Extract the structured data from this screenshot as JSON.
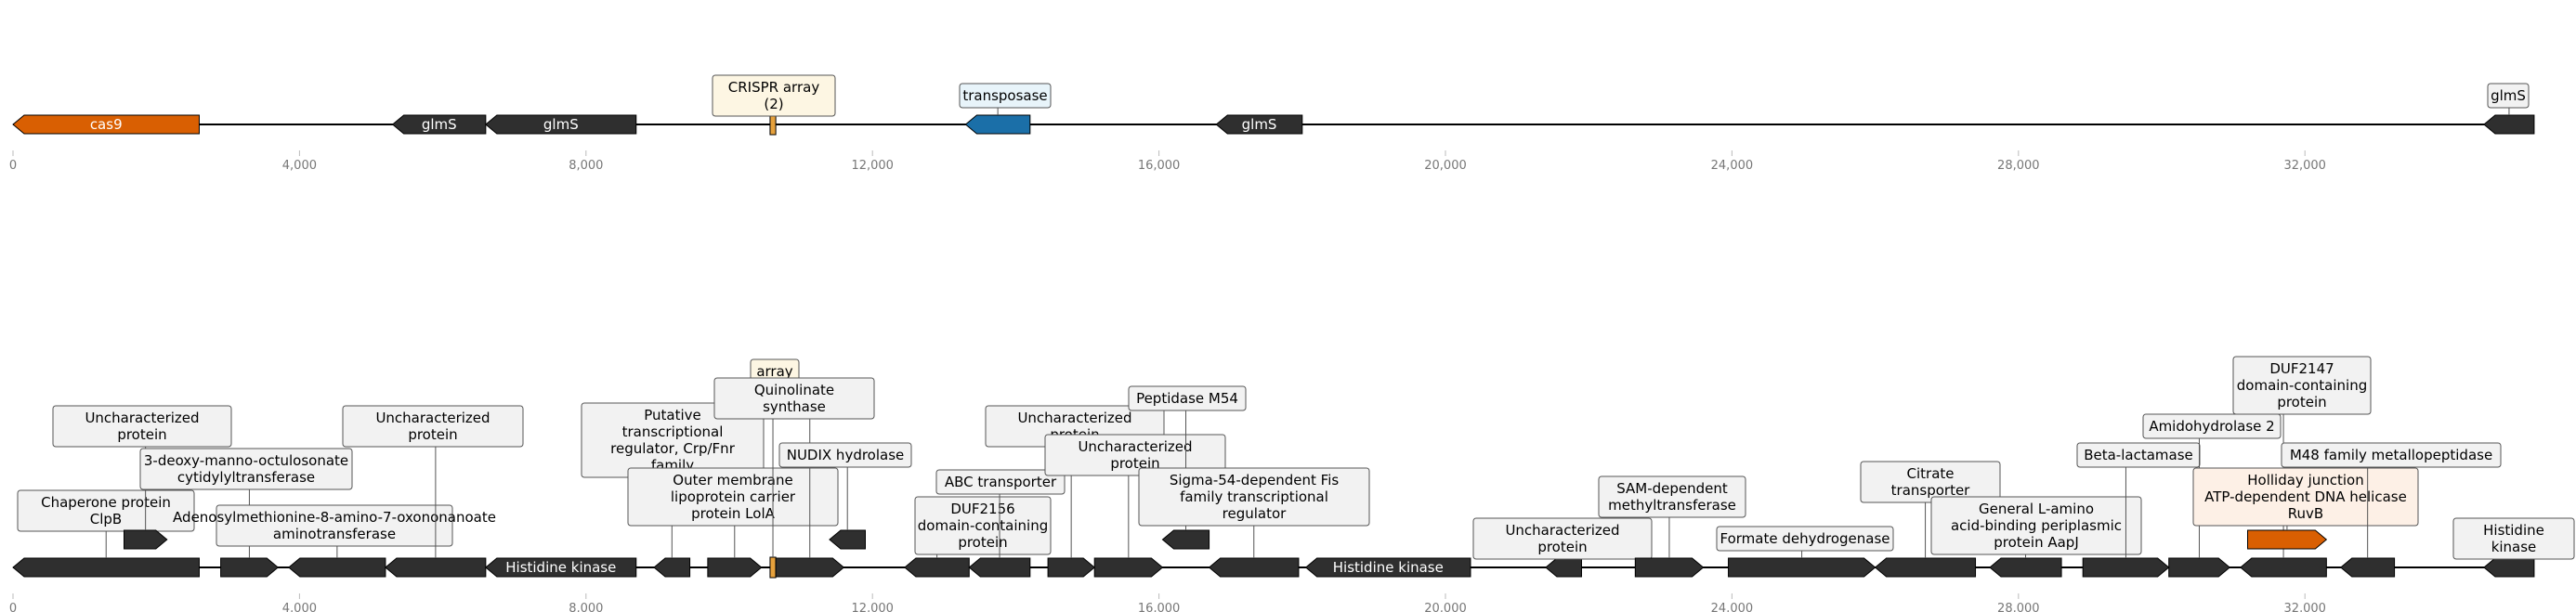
{
  "colors": {
    "gene": "#2f2f2f",
    "cas": "#d95f02",
    "crispr": "#e6a13c",
    "transposase": "#1b6fa8",
    "label_bg_default": "#f2f2f2",
    "label_bg_crispr": "#fdf6e3",
    "label_bg_transposase": "#e8f4fa",
    "label_bg_cas": "#fdf0e6",
    "axis_text": "#777777"
  },
  "top_track": {
    "ticks": [
      "0",
      "4,000",
      "8,000",
      "12,000",
      "16,000",
      "20,000",
      "24,000",
      "28,000",
      "32,000"
    ],
    "genes": [
      {
        "start": 0,
        "end": 2600,
        "strand": -1,
        "kind": "cas",
        "inner": "cas9"
      },
      {
        "start": 5300,
        "end": 6600,
        "strand": -1,
        "kind": "gene",
        "inner": "glmS"
      },
      {
        "start": 6600,
        "end": 8700,
        "strand": -1,
        "kind": "gene",
        "inner": "glmS"
      },
      {
        "start": 10570,
        "end": 10650,
        "strand": 0,
        "kind": "crispr",
        "label": "CRISPR array (2)"
      },
      {
        "start": 13300,
        "end": 14200,
        "strand": -1,
        "kind": "transposase",
        "label": "transposase"
      },
      {
        "start": 16800,
        "end": 18000,
        "strand": -1,
        "kind": "gene",
        "inner": "glmS"
      },
      {
        "start": 34500,
        "end": 35200,
        "strand": -1,
        "kind": "gene",
        "label": "glmS"
      }
    ]
  },
  "bottom_track": {
    "ticks": [
      "0",
      "4,000",
      "8,000",
      "12,000",
      "16,000",
      "20,000",
      "24,000",
      "28,000",
      "32,000"
    ],
    "genes": [
      {
        "start": 0,
        "end": 2600,
        "strand": -1,
        "kind": "gene",
        "label": "Chaperone protein ClpB"
      },
      {
        "start": 1550,
        "end": 2150,
        "strand": 1,
        "kind": "gene",
        "row": 1,
        "label": "Uncharacterized protein"
      },
      {
        "start": 2900,
        "end": 3700,
        "strand": 1,
        "kind": "gene",
        "label": "3-deoxy-manno-octulosonate cytidylyltransferase"
      },
      {
        "start": 3850,
        "end": 5200,
        "strand": -1,
        "kind": "gene",
        "label": "Adenosylmethionine-8-amino-7-oxononanoate aminotransferase"
      },
      {
        "start": 5200,
        "end": 6600,
        "strand": -1,
        "kind": "gene",
        "label": "Uncharacterized protein"
      },
      {
        "start": 6600,
        "end": 8700,
        "strand": -1,
        "kind": "gene",
        "inner": "Histidine kinase"
      },
      {
        "start": 8950,
        "end": 9450,
        "strand": -1,
        "kind": "gene",
        "label": "Putative transcriptional regulator, Crp/Fnr family"
      },
      {
        "start": 9700,
        "end": 10450,
        "strand": 1,
        "kind": "gene",
        "label": "Outer membrane lipoprotein carrier protein LolA"
      },
      {
        "start": 10570,
        "end": 10650,
        "strand": 0,
        "kind": "crispr",
        "label": "array"
      },
      {
        "start": 10650,
        "end": 11600,
        "strand": 1,
        "kind": "gene",
        "label": "Quinolinate synthase"
      },
      {
        "start": 11400,
        "end": 11900,
        "strand": -1,
        "kind": "gene",
        "row": 1,
        "label": "NUDIX hydrolase"
      },
      {
        "start": 12450,
        "end": 13350,
        "strand": -1,
        "kind": "gene",
        "label": "DUF2156 domain-containing protein"
      },
      {
        "start": 13350,
        "end": 14200,
        "strand": -1,
        "kind": "gene",
        "label": "ABC transporter"
      },
      {
        "start": 14450,
        "end": 15100,
        "strand": 1,
        "kind": "gene",
        "label": "Uncharacterized protein"
      },
      {
        "start": 15100,
        "end": 16050,
        "strand": 1,
        "kind": "gene",
        "label": "Uncharacterized protein"
      },
      {
        "start": 16050,
        "end": 16700,
        "strand": -1,
        "kind": "gene",
        "row": 1,
        "label": "Peptidase M54"
      },
      {
        "start": 16700,
        "end": 17950,
        "strand": -1,
        "kind": "gene",
        "label": "Sigma-54-dependent Fis family transcriptional regulator"
      },
      {
        "start": 18050,
        "end": 20350,
        "strand": -1,
        "kind": "gene",
        "inner": "Histidine kinase"
      },
      {
        "start": 21400,
        "end": 21900,
        "strand": -1,
        "kind": "gene",
        "label": "Uncharacterized protein"
      },
      {
        "start": 22650,
        "end": 23600,
        "strand": 1,
        "kind": "gene",
        "label": "SAM-dependent methyltransferase"
      },
      {
        "start": 23950,
        "end": 26000,
        "strand": 1,
        "kind": "gene",
        "label": "Formate dehydrogenase"
      },
      {
        "start": 26000,
        "end": 27400,
        "strand": -1,
        "kind": "gene",
        "label": "Citrate transporter"
      },
      {
        "start": 27600,
        "end": 28600,
        "strand": -1,
        "kind": "gene",
        "label": "General L-amino acid-binding periplasmic protein AapJ"
      },
      {
        "start": 28900,
        "end": 30100,
        "strand": 1,
        "kind": "gene",
        "label": "Beta-lactamase"
      },
      {
        "start": 30100,
        "end": 30950,
        "strand": 1,
        "kind": "gene",
        "label": "Amidohydrolase 2"
      },
      {
        "start": 31100,
        "end": 32300,
        "strand": -1,
        "kind": "gene",
        "label": "DUF2147 domain-containing protein"
      },
      {
        "start": 31200,
        "end": 32300,
        "strand": 1,
        "kind": "cas",
        "row": 1,
        "label": "Holliday junction ATP-dependent DNA helicase RuvB"
      },
      {
        "start": 32500,
        "end": 33250,
        "strand": -1,
        "kind": "gene",
        "label": "M48 family metallopeptidase"
      },
      {
        "start": 34500,
        "end": 35200,
        "strand": -1,
        "kind": "gene",
        "label": "Histidine kinase"
      }
    ]
  }
}
